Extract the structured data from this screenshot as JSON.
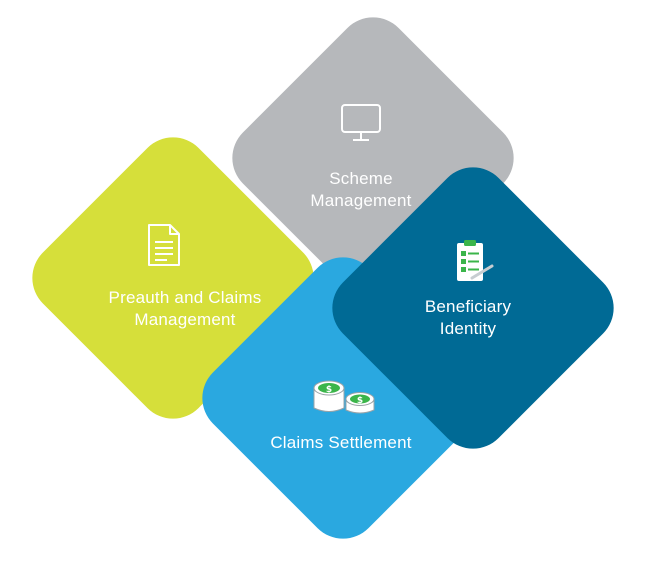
{
  "diagram": {
    "scheme": {
      "line1": "Scheme",
      "line2": "Management",
      "icon": "monitor-icon",
      "color": "#b6b8bb"
    },
    "preauth": {
      "line1": "Preauth and Claims",
      "line2": "Management",
      "icon": "document-icon",
      "color": "#d6df3a"
    },
    "settlement": {
      "line1": "Claims Settlement",
      "icon": "coins-icon",
      "color": "#2aa8e0"
    },
    "beneficiary": {
      "line1": "Beneficiary",
      "line2": "Identity",
      "icon": "clipboard-checklist-icon",
      "color": "#006a95"
    }
  }
}
